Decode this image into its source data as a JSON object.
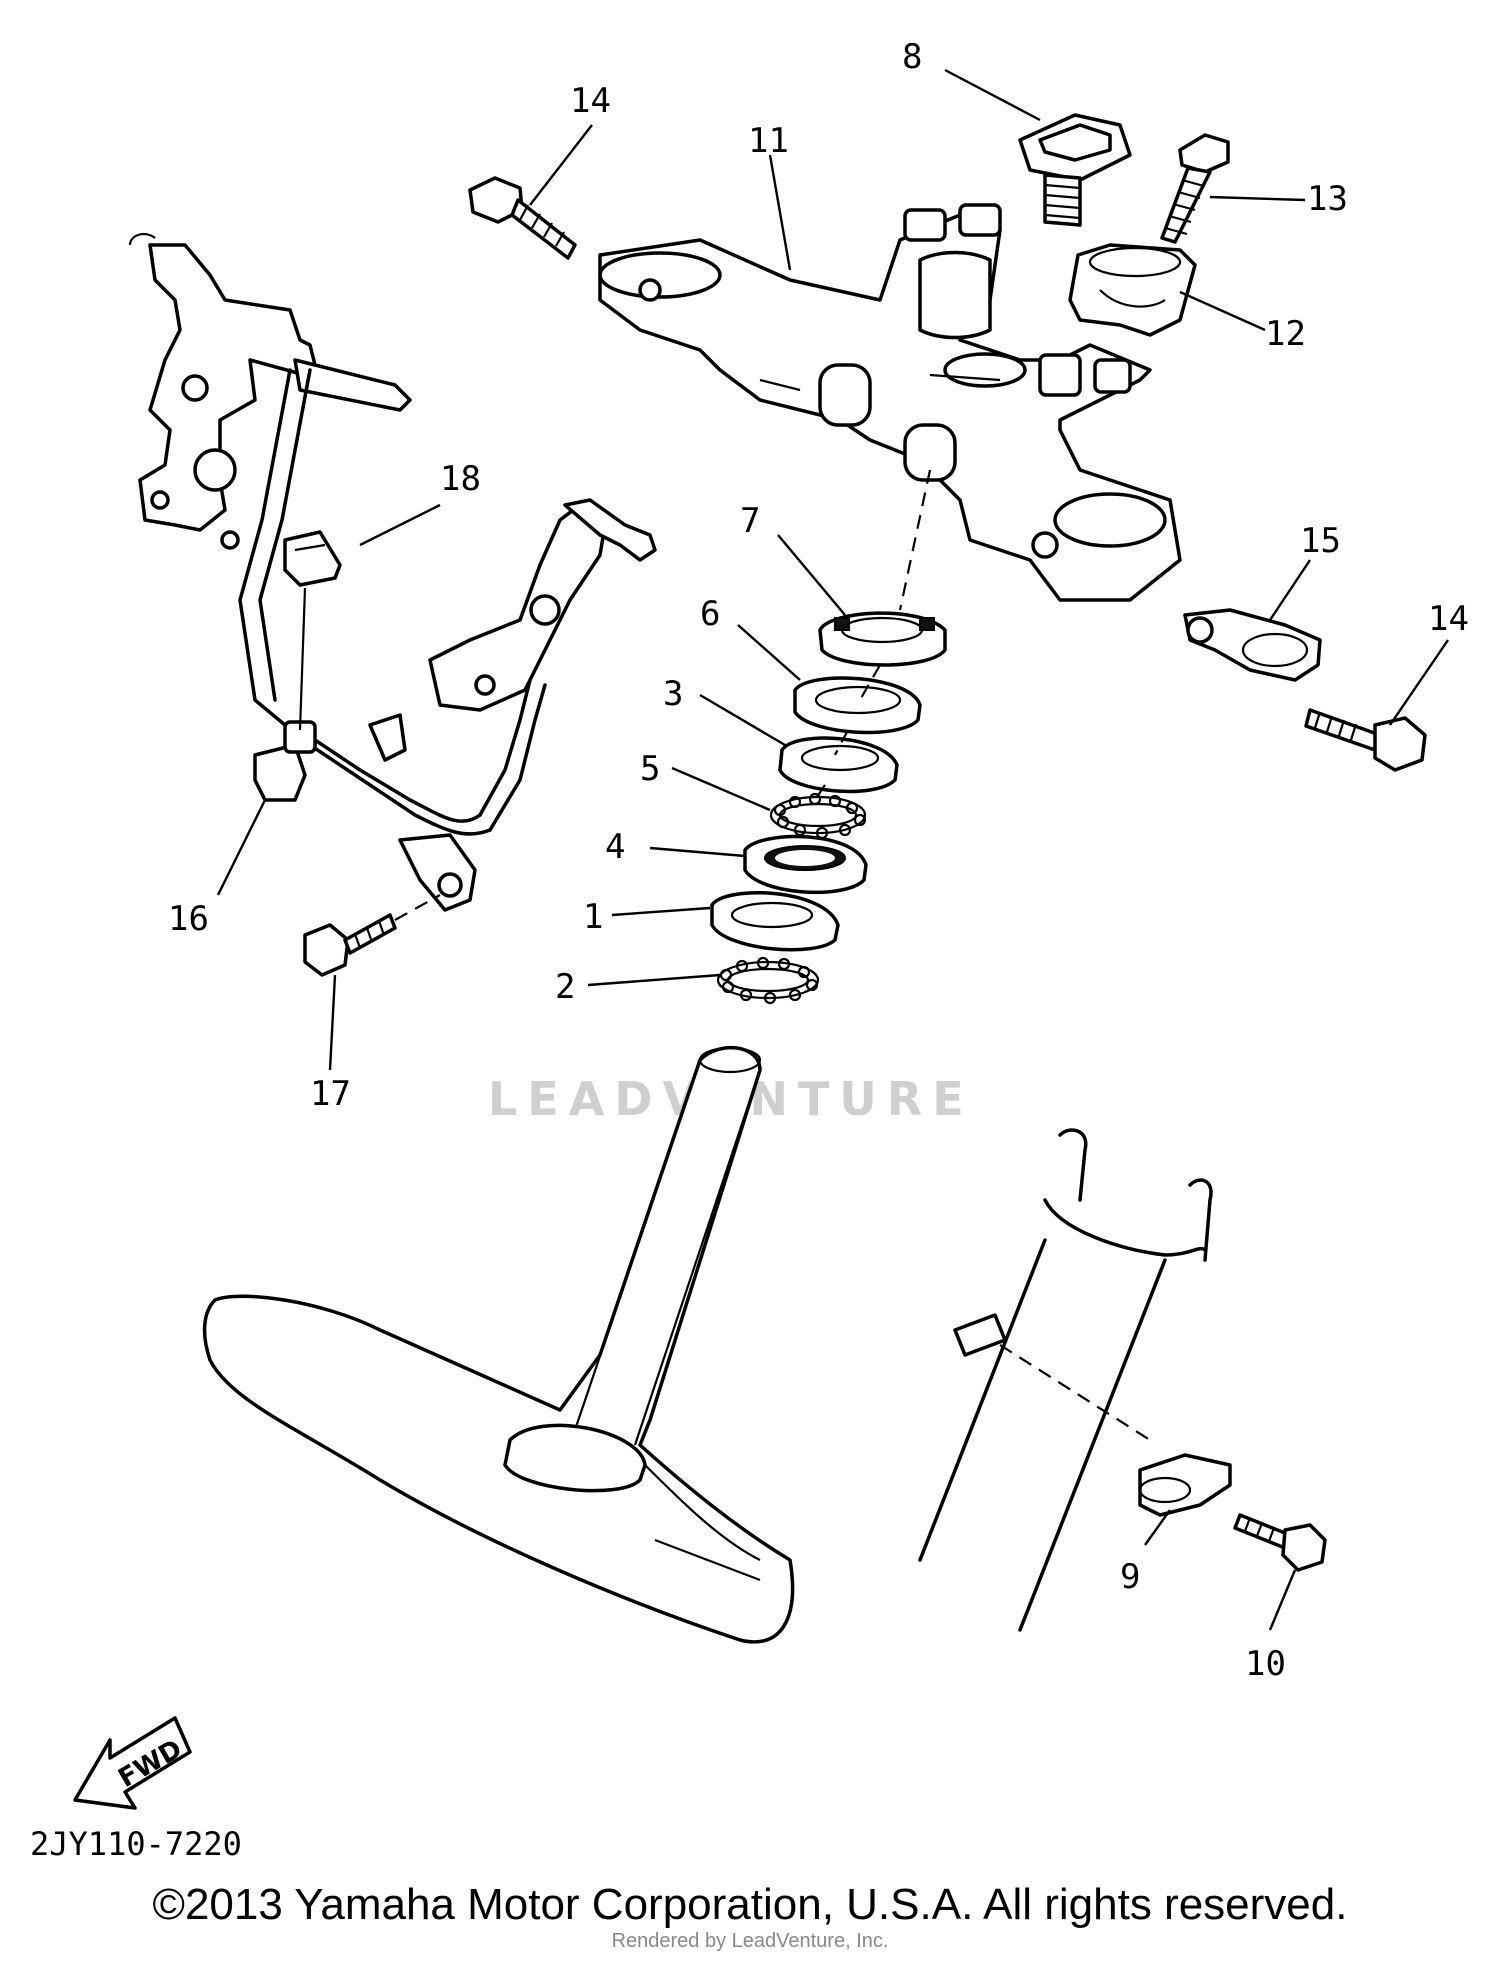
{
  "callouts": {
    "c1": "1",
    "c2": "2",
    "c3": "3",
    "c4": "4",
    "c5": "5",
    "c6": "6",
    "c7": "7",
    "c8": "8",
    "c9": "9",
    "c10": "10",
    "c11": "11",
    "c12": "12",
    "c13": "13",
    "c14a": "14",
    "c14b": "14",
    "c15": "15",
    "c16": "16",
    "c17": "17",
    "c18": "18"
  },
  "fwd_label": "FWD",
  "diagram_code": "2JY110-7220",
  "watermark": "LEADVENTURE",
  "copyright": "©2013 Yamaha Motor Corporation, U.S.A. All rights reserved.",
  "rendered_by": "Rendered by LeadVenture, Inc."
}
